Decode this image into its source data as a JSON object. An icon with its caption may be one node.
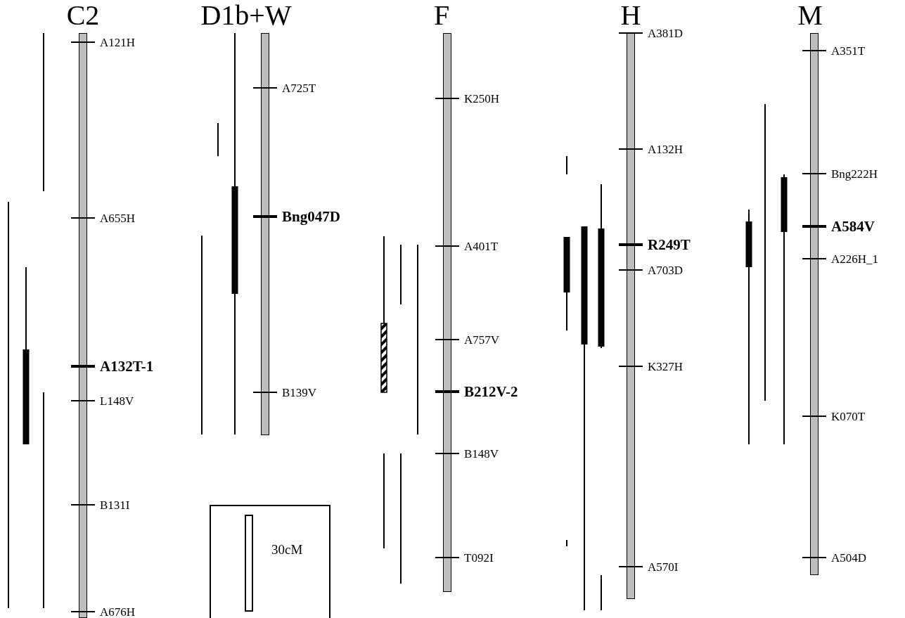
{
  "diagram": {
    "nodes": [
      {
        "text": [
          "C2"
        ],
        "beside": [
          "A121H",
          "A655H",
          "A132T-1",
          "L148V",
          "B131I",
          "A676H"
        ]
      },
      {
        "text": [
          "D1b+W"
        ],
        "beside": [
          "A725T",
          "Bng047D",
          "B139V"
        ]
      },
      {
        "text": [
          "F"
        ],
        "beside": [
          "K250H",
          "A401T",
          "A757V",
          "B212V-2",
          "B148V",
          "T092I"
        ]
      },
      {
        "text": [
          "H"
        ],
        "beside": [
          "A381D",
          "A132H",
          "R249T",
          "A703D",
          "K327H",
          "A570I"
        ]
      },
      {
        "text": [
          "M"
        ],
        "beside": [
          "A351T",
          "Bng222H",
          "A584V",
          "A226H_1",
          "K070T",
          "A504D"
        ]
      },
      {
        "text": [
          "30cM"
        ]
      },
      {
        "text": [],
        "shape": "bar",
        "in": 5
      }
    ],
    "edges": []
  }
}
